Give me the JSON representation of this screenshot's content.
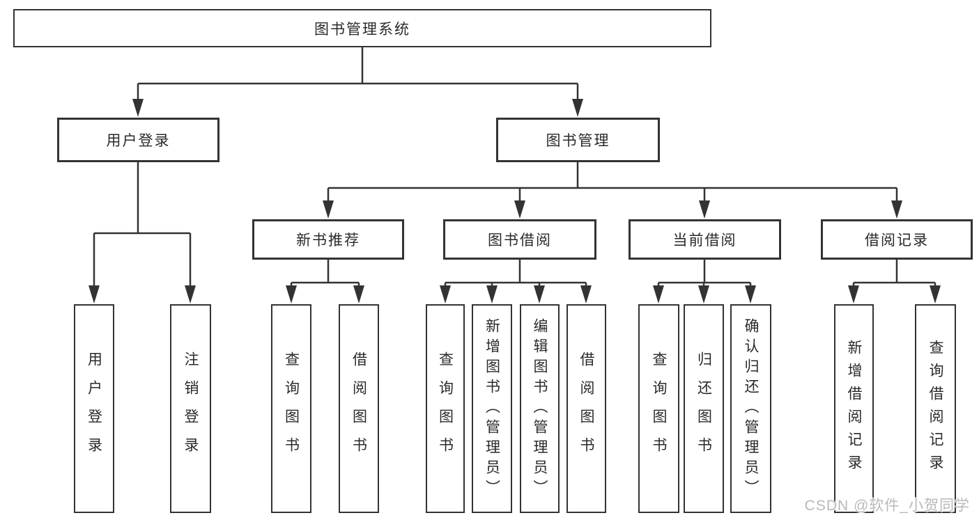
{
  "tree": {
    "root": "图书管理系统",
    "children": [
      {
        "label": "用户登录",
        "children": [
          {
            "label": "用户登录"
          },
          {
            "label": "注销登录"
          }
        ]
      },
      {
        "label": "图书管理",
        "children": [
          {
            "label": "新书推荐",
            "children": [
              {
                "label": "查询图书"
              },
              {
                "label": "借阅图书"
              }
            ]
          },
          {
            "label": "图书借阅",
            "children": [
              {
                "label": "查询图书"
              },
              {
                "label": "新增图书（管理员）"
              },
              {
                "label": "编辑图书（管理员）"
              },
              {
                "label": "借阅图书"
              }
            ]
          },
          {
            "label": "当前借阅",
            "children": [
              {
                "label": "查询图书"
              },
              {
                "label": "归还图书"
              },
              {
                "label": "确认归还（管理员）"
              }
            ]
          },
          {
            "label": "借阅记录",
            "children": [
              {
                "label": "新增借阅记录"
              },
              {
                "label": "查询借阅记录"
              }
            ]
          }
        ]
      }
    ]
  },
  "watermark": "CSDN @软件_小贺同学",
  "colors": {
    "line": "#333333",
    "text": "#2a2a2a",
    "box_background": "#ffffff",
    "watermark": "#b9b9b9",
    "background": "#ffffff"
  }
}
